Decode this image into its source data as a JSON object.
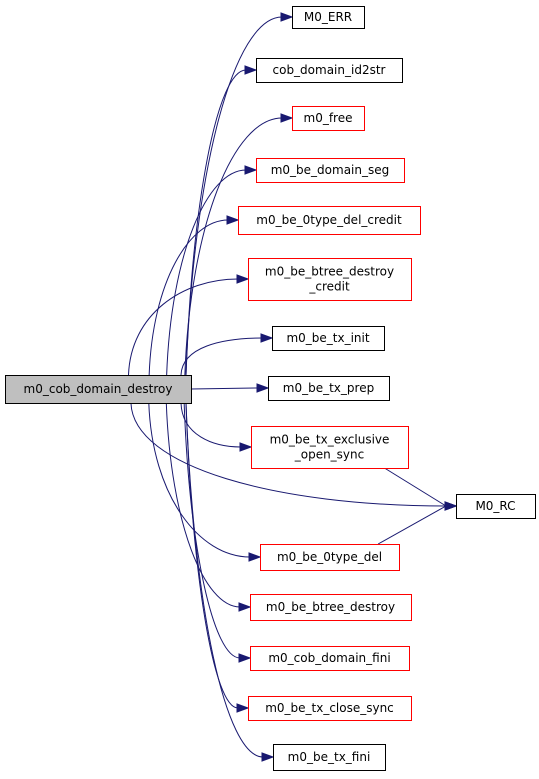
{
  "colors": {
    "edge": "#191970",
    "node_border_default": "#000000",
    "node_border_linked": "#ff0000",
    "root_fill": "#bfbfbf"
  },
  "root": {
    "id": "root",
    "lines": [
      "m0_cob_domain_destroy"
    ]
  },
  "nodes": [
    {
      "id": "m0_err",
      "lines": [
        "M0_ERR"
      ],
      "border": "black"
    },
    {
      "id": "cob_domain_id2str",
      "lines": [
        "cob_domain_id2str"
      ],
      "border": "black"
    },
    {
      "id": "m0_free",
      "lines": [
        "m0_free"
      ],
      "border": "red"
    },
    {
      "id": "m0_be_domain_seg",
      "lines": [
        "m0_be_domain_seg"
      ],
      "border": "red"
    },
    {
      "id": "m0_be_0type_del_credit",
      "lines": [
        "m0_be_0type_del_credit"
      ],
      "border": "red"
    },
    {
      "id": "m0_be_btree_destroy_credit",
      "lines": [
        "m0_be_btree_destroy",
        "_credit"
      ],
      "border": "red"
    },
    {
      "id": "m0_be_tx_init",
      "lines": [
        "m0_be_tx_init"
      ],
      "border": "black"
    },
    {
      "id": "m0_be_tx_prep",
      "lines": [
        "m0_be_tx_prep"
      ],
      "border": "black"
    },
    {
      "id": "m0_be_tx_exclusive_open_sync",
      "lines": [
        "m0_be_tx_exclusive",
        "_open_sync"
      ],
      "border": "red"
    },
    {
      "id": "m0_rc",
      "lines": [
        "M0_RC"
      ],
      "border": "black"
    },
    {
      "id": "m0_be_0type_del",
      "lines": [
        "m0_be_0type_del"
      ],
      "border": "red"
    },
    {
      "id": "m0_be_btree_destroy",
      "lines": [
        "m0_be_btree_destroy"
      ],
      "border": "red"
    },
    {
      "id": "m0_cob_domain_fini",
      "lines": [
        "m0_cob_domain_fini"
      ],
      "border": "red"
    },
    {
      "id": "m0_be_tx_close_sync",
      "lines": [
        "m0_be_tx_close_sync"
      ],
      "border": "red"
    },
    {
      "id": "m0_be_tx_fini",
      "lines": [
        "m0_be_tx_fini"
      ],
      "border": "black"
    }
  ],
  "edges": [
    [
      "root",
      "m0_err"
    ],
    [
      "root",
      "cob_domain_id2str"
    ],
    [
      "root",
      "m0_free"
    ],
    [
      "root",
      "m0_be_domain_seg"
    ],
    [
      "root",
      "m0_be_0type_del_credit"
    ],
    [
      "root",
      "m0_be_btree_destroy_credit"
    ],
    [
      "root",
      "m0_be_tx_init"
    ],
    [
      "root",
      "m0_be_tx_prep"
    ],
    [
      "root",
      "m0_be_tx_exclusive_open_sync"
    ],
    [
      "root",
      "m0_rc"
    ],
    [
      "root",
      "m0_be_0type_del"
    ],
    [
      "root",
      "m0_be_btree_destroy"
    ],
    [
      "root",
      "m0_cob_domain_fini"
    ],
    [
      "root",
      "m0_be_tx_close_sync"
    ],
    [
      "root",
      "m0_be_tx_fini"
    ],
    [
      "m0_be_tx_exclusive_open_sync",
      "m0_rc"
    ],
    [
      "m0_be_0type_del",
      "m0_rc"
    ]
  ]
}
